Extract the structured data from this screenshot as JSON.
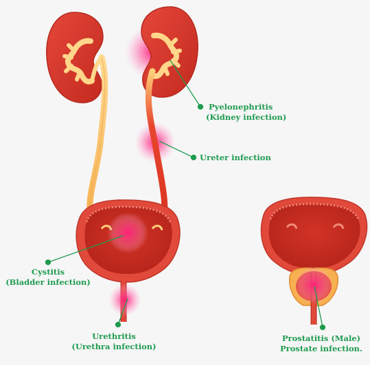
{
  "colors": {
    "organ": "#d93a2b",
    "organ_dark": "#b12218",
    "organ_inner": "#c82a20",
    "rim_light": "#f08a78",
    "ureter_light": "#ffd68a",
    "ureter_red": "#e23a2a",
    "infection_glow": "#ff2f86",
    "label_green": "#1f9b4f",
    "background": "#f6f6f6"
  },
  "labels": {
    "pyelonephritis_1": "Pyelonephritis",
    "pyelonephritis_2": "(Kidney infection)",
    "ureter": "Ureter infection",
    "cystitis_1": "Cystitis",
    "cystitis_2": "(Bladder infection)",
    "urethritis_1": "Urethritis",
    "urethritis_2": "(Urethra infection)",
    "prostatitis_1": "Prostatitis (Male)",
    "prostatitis_2": "Prostate infection."
  }
}
